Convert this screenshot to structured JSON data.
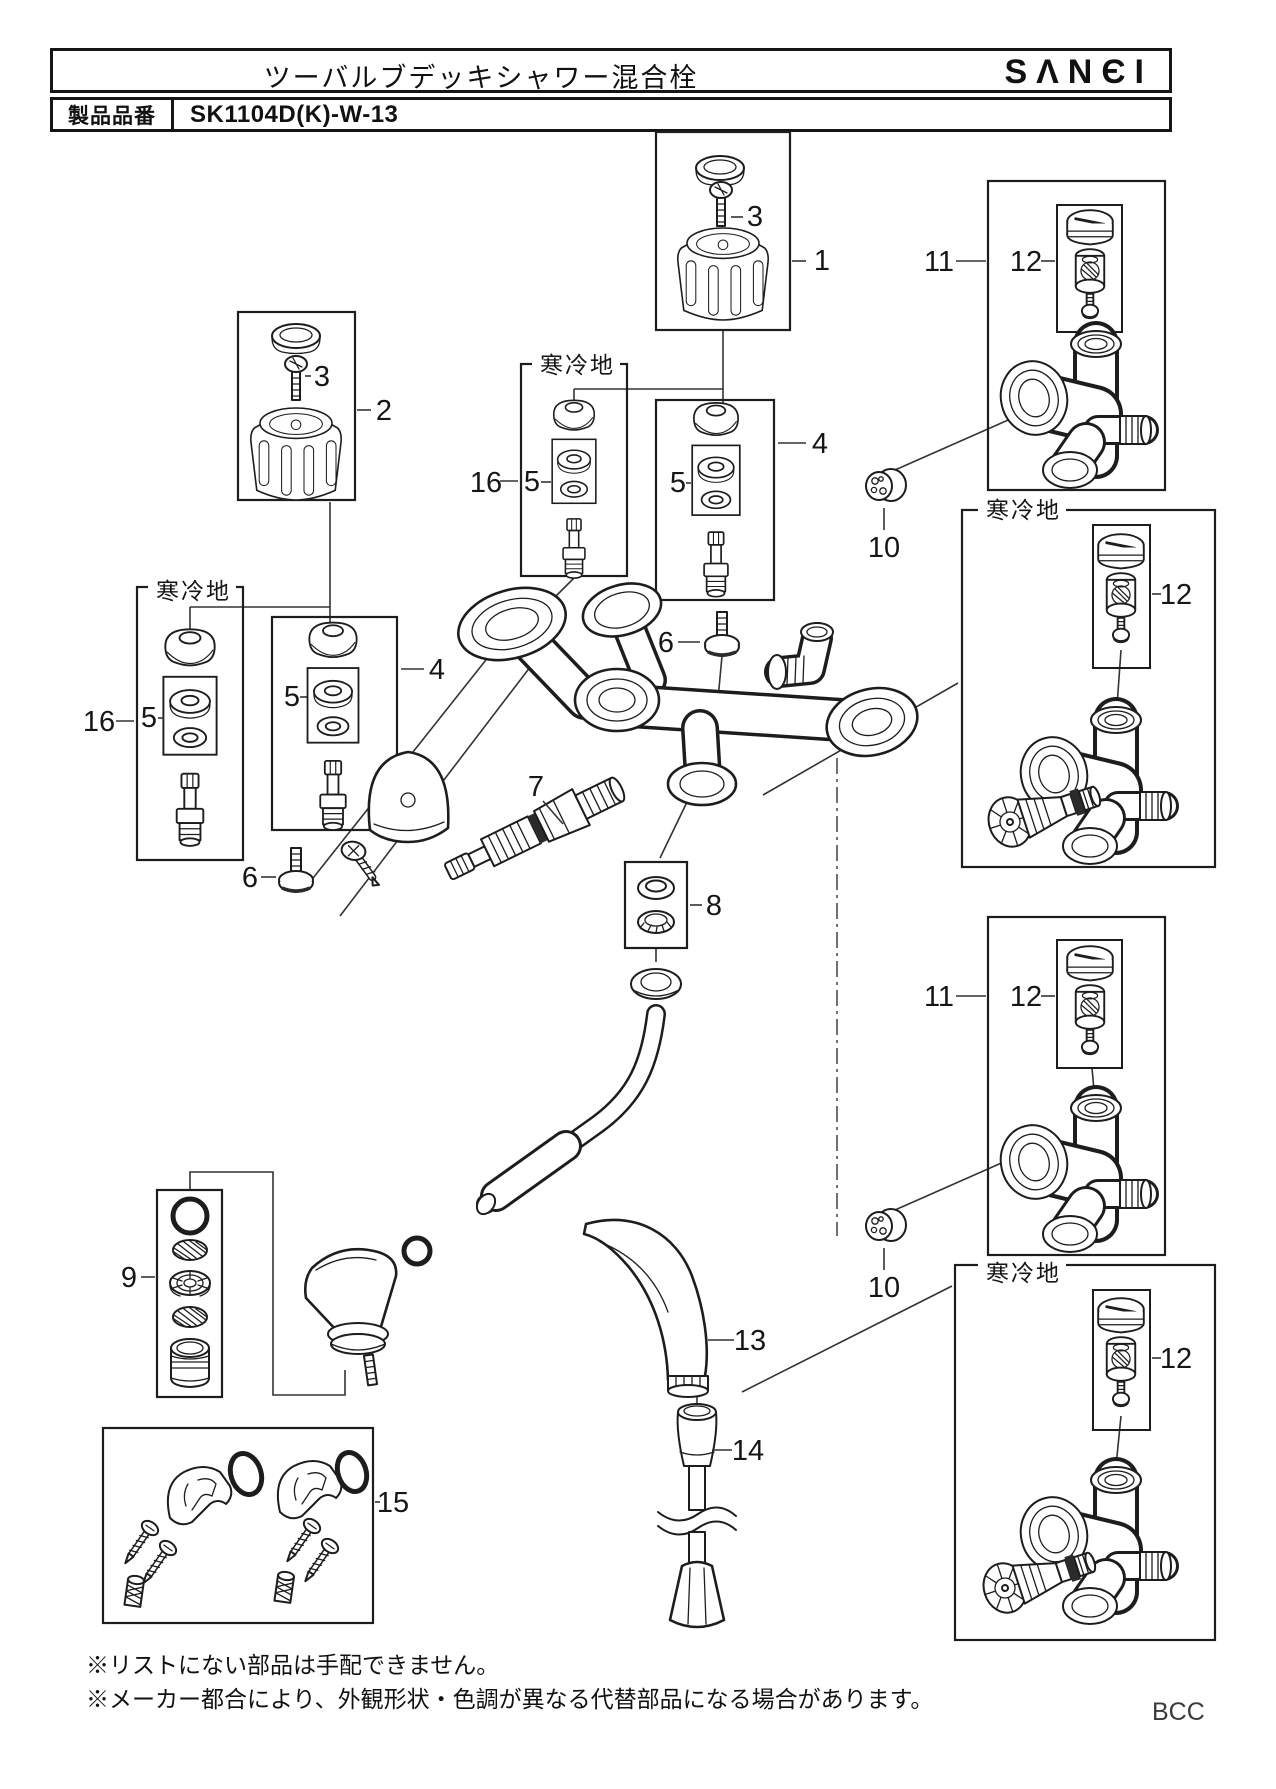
{
  "header": {
    "title": "ツーバルブデッキシャワー混合栓",
    "brand": "SANEI",
    "brand_display": "SΛNЄI",
    "product_label": "製品品番",
    "product_code": "SK1104D(K)-W-13"
  },
  "diagram": {
    "cold_label": "寒冷地",
    "callouts": {
      "c1": "1",
      "c2": "2",
      "c3": "3",
      "c4": "4",
      "c5": "5",
      "c6": "6",
      "c7": "7",
      "c8": "8",
      "c9": "9",
      "c10": "10",
      "c11": "11",
      "c12": "12",
      "c13": "13",
      "c14": "14",
      "c15": "15",
      "c16": "16"
    }
  },
  "notes": {
    "line1": "※リストにない部品は手配できません。",
    "line2": "※メーカー都合により、外観形状・色調が異なる代替部品になる場合があります。"
  },
  "footer": {
    "code": "BCC"
  }
}
